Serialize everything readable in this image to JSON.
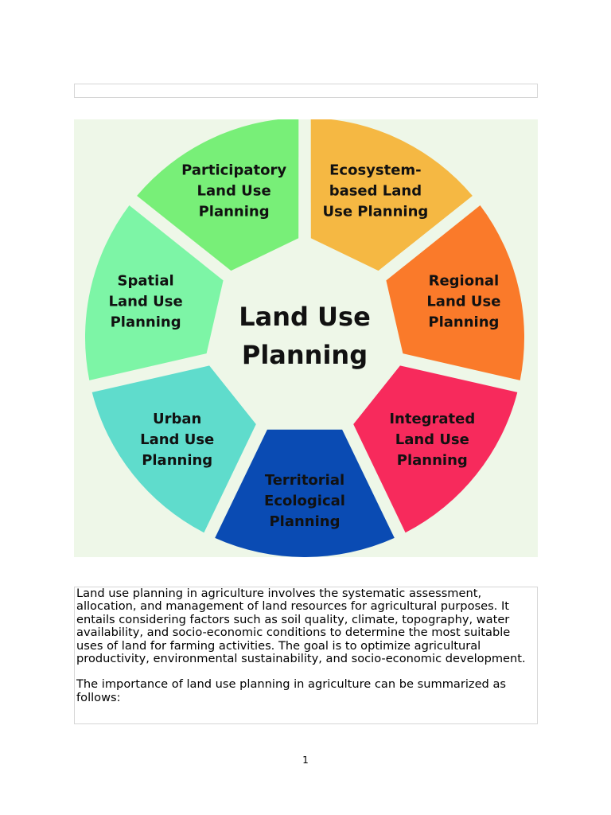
{
  "diagram": {
    "center_title": [
      "Land Use",
      "Planning"
    ],
    "segments": [
      {
        "lines": [
          "Ecosystem-",
          "based Land",
          "Use Planning"
        ],
        "color": "#f5b843"
      },
      {
        "lines": [
          "Regional",
          "Land Use",
          "Planning"
        ],
        "color": "#fa7a2a"
      },
      {
        "lines": [
          "Integrated",
          "Land Use",
          "Planning"
        ],
        "color": "#f72a5c"
      },
      {
        "lines": [
          "Territorial",
          "Ecological",
          "Planning"
        ],
        "color": "#0a4bb3"
      },
      {
        "lines": [
          "Urban",
          "Land Use",
          "Planning"
        ],
        "color": "#5fdccc"
      },
      {
        "lines": [
          "Spatial",
          "Land Use",
          "Planning"
        ],
        "color": "#7df5a6"
      },
      {
        "lines": [
          "Participatory",
          "Land Use",
          "Planning"
        ],
        "color": "#78ef78"
      }
    ],
    "background_color": "#eef7e8"
  },
  "body": {
    "paragraph1": "Land use planning in agriculture involves the systematic assessment, allocation, and management of land resources for agricultural purposes. It entails considering factors such as soil quality, climate, topography, water availability, and socio-economic conditions to determine the most suitable uses of land for farming activities. The goal is to optimize agricultural productivity, environmental sustainability, and socio-economic development.",
    "paragraph2": "The importance of land use planning in agriculture can be summarized as follows:"
  },
  "page_number": "1"
}
